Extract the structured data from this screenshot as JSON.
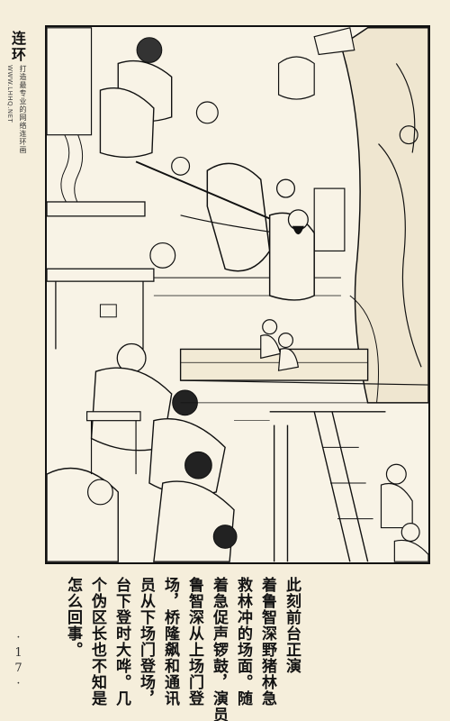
{
  "margin": {
    "logo": "连环",
    "site": "WWW.LHHQ.NET",
    "slogan": "打造最专业的网络连环画"
  },
  "illustration": {
    "description_icon": "woodcut-stage-scene"
  },
  "caption": {
    "columns": [
      "此刻前台正演",
      "着鲁智深野猪林急",
      "救林冲的场面。随",
      "着急促声锣鼓，演员",
      "鲁智深从上场门登",
      "场，桥隆飙和通讯",
      "员从下场门登场，",
      "台下登时大哗。几",
      "个伪区长也不知是",
      "怎么回事。"
    ]
  },
  "page_number": "·17·"
}
